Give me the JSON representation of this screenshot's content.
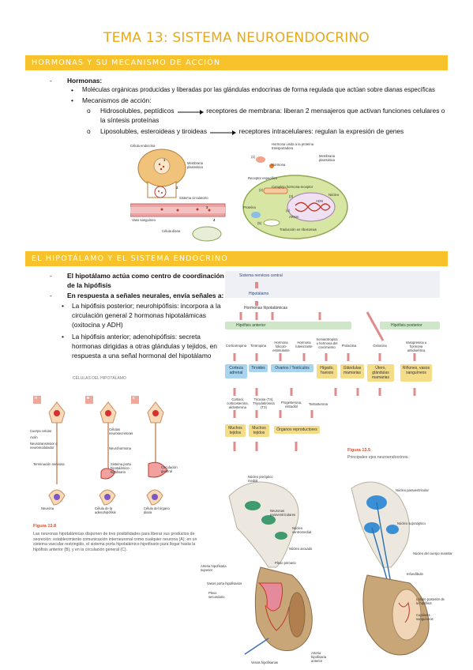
{
  "title": "TEMA 13: SISTEMA NEUROENDOCRINO",
  "section1": {
    "heading": "HORMONAS Y SU MECANISMO DE ACCIÓN",
    "item1_label": "Hormonas:",
    "item1_sub1": "Moléculas orgánicas producidas y liberadas por las glándulas endocrinas de forma regulada que actúan sobre dianas específicas",
    "item1_sub2": "Mecanismos de acción:",
    "mech1_a": "Hidrosolubles, peptídicos",
    "mech1_b": "receptores de membrana: liberan 2 mensajeros que activan funciones celulares o la síntesis proteínas",
    "mech2_a": "Liposolubles, esteroideas y tiroideas",
    "mech2_b": "receptores intracelulares: regulan la expresión de genes",
    "fig1": {
      "endocrine_cell": "Célula endocrina",
      "plasma_membrane": "Membrana plasmática",
      "circulatory": "Sistema circulatorio",
      "vessel": "Vaso sanguíneo",
      "target_cell": "Célula diana",
      "n1": "1",
      "n2": "2",
      "n3": "3",
      "n4": "4"
    },
    "fig2": {
      "hormone_bound": "Hormona unida a la proteína transportadora",
      "hormone": "Hormona",
      "specific_receptor": "Receptor específico",
      "plasma_membrane": "Membrana plasmática",
      "complex": "Complejo hormona-receptor",
      "nucleus": "Núcleo",
      "protein": "Proteína",
      "dna": "ADN",
      "mrna": "ARNm",
      "translation": "Traducción en ribosomas",
      "n1": "(1)",
      "n2": "(2)",
      "n3": "(3)",
      "n4": "(4)",
      "n5": "(5)"
    }
  },
  "section2": {
    "heading": "EL HIPOTÁLAMO Y EL SISTEMA ENDOCRINO",
    "item1": "El hipotálamo actúa como centro de coordinación de la hipófisis",
    "item2": "En respuesta a señales neurales, envía señales a:",
    "sub1": "La hipófisis posterior; neurohipófisis: incorpora a la circulación general 2 hormonas hipotalámicas (oxitocina y ADH)",
    "sub2": "La hipófisis anterior; adenohipófisis: secreta hormonas dirigidas a otras glándulas y tejidos, en respuesta a una señal hormonal del hipotálamo",
    "axes": {
      "cns": "Sistema nervioso central",
      "hypothalamus": "Hipotálamo",
      "hyp_hormones": "Hormonas hipotalámicas",
      "anterior": "Hipófisis anterior",
      "posterior": "Hipófisis posterior",
      "h1": "Corticotropina",
      "h2": "Tirotropina",
      "h3": "Hormona foliculo-estimulante",
      "h4": "Hormona luteinizante",
      "h5": "Somatotropina u hormona del crecimiento",
      "h6": "Prolactina",
      "h7": "Oxitocina",
      "h8": "Vasopresina u hormona antidiurética",
      "t1": "Corteza adrenal",
      "t2": "Tiroides",
      "t3": "Ovarios / Testículos",
      "t4": "Hígado, huesos",
      "t5": "Glándulas mamarias",
      "t6": "Útero, glándulas mamarias",
      "t7": "Riñones, vasos sanguíneos",
      "p1": "Cortisol, corticosterona, aldosterona",
      "p2": "Tiroxina (T4), Triyodotironina (T3)",
      "p3": "Progesterona, estradiol",
      "p4": "Testosterona",
      "e1": "Muchos tejidos",
      "e2": "Muchos tejidos",
      "e3": "Órganos reproductores",
      "fig_label": "Figura 13.5",
      "fig_caption": "Principales ejes neuroendocrinos."
    },
    "cells": {
      "header": "CÉLULAS DEL HIPOTÁLAMO",
      "a": "A",
      "b": "B",
      "c": "C",
      "cell_body": "Cuerpo celular",
      "axon": "Axón",
      "neurotransmitter": "Neurotransmisor o neuromodulador",
      "terminal": "Terminación nerviosa",
      "neurosecretory": "Células neurosecretoras",
      "neurohormone": "Neurohormona",
      "portal": "Sistema porta hipotalámico-hipofisario",
      "general_circ": "Circulación general",
      "neuron": "Neurona",
      "adeno_cell": "Célula de la adenohipófisis",
      "organ_cell": "Célula del órgano diana",
      "fig_label": "Figura 13.8",
      "caption": "Las neuronas hipotalámicas disponen de tres posibilidades para liberar sus productos de secreción: establecimiento comunicación interneuronal como cualquier neurona (A); en un sistema vascular restringido, el sistema porta hipotalámico-hipofisario para llegar hasta la hipófisis anterior (B); y en la circulación general (C)."
    },
    "pit1": {
      "n1": "Núcleo preóptico medial",
      "n2": "Neuronas paraventriculares",
      "n3": "Núcleo ventromedial",
      "n4": "Núcleo arcuado",
      "a1": "Arteria hipofisaria superior",
      "p1": "Plexo primario",
      "v1": "Vasos porta hipofisarios",
      "p2": "Plexo secundario",
      "a2": "Arteria hipofisaria anterior",
      "v2": "Venas hipofisarias"
    },
    "pit2": {
      "n1": "Núcleo paraventricular",
      "n2": "Núcleo supraóptico",
      "n3": "Núcleo del cuerpo mamilar",
      "n4": "Infundíbulo",
      "n5": "Lóbulo posterior de la hipófisis",
      "n6": "Capilares sanguíneos"
    }
  }
}
